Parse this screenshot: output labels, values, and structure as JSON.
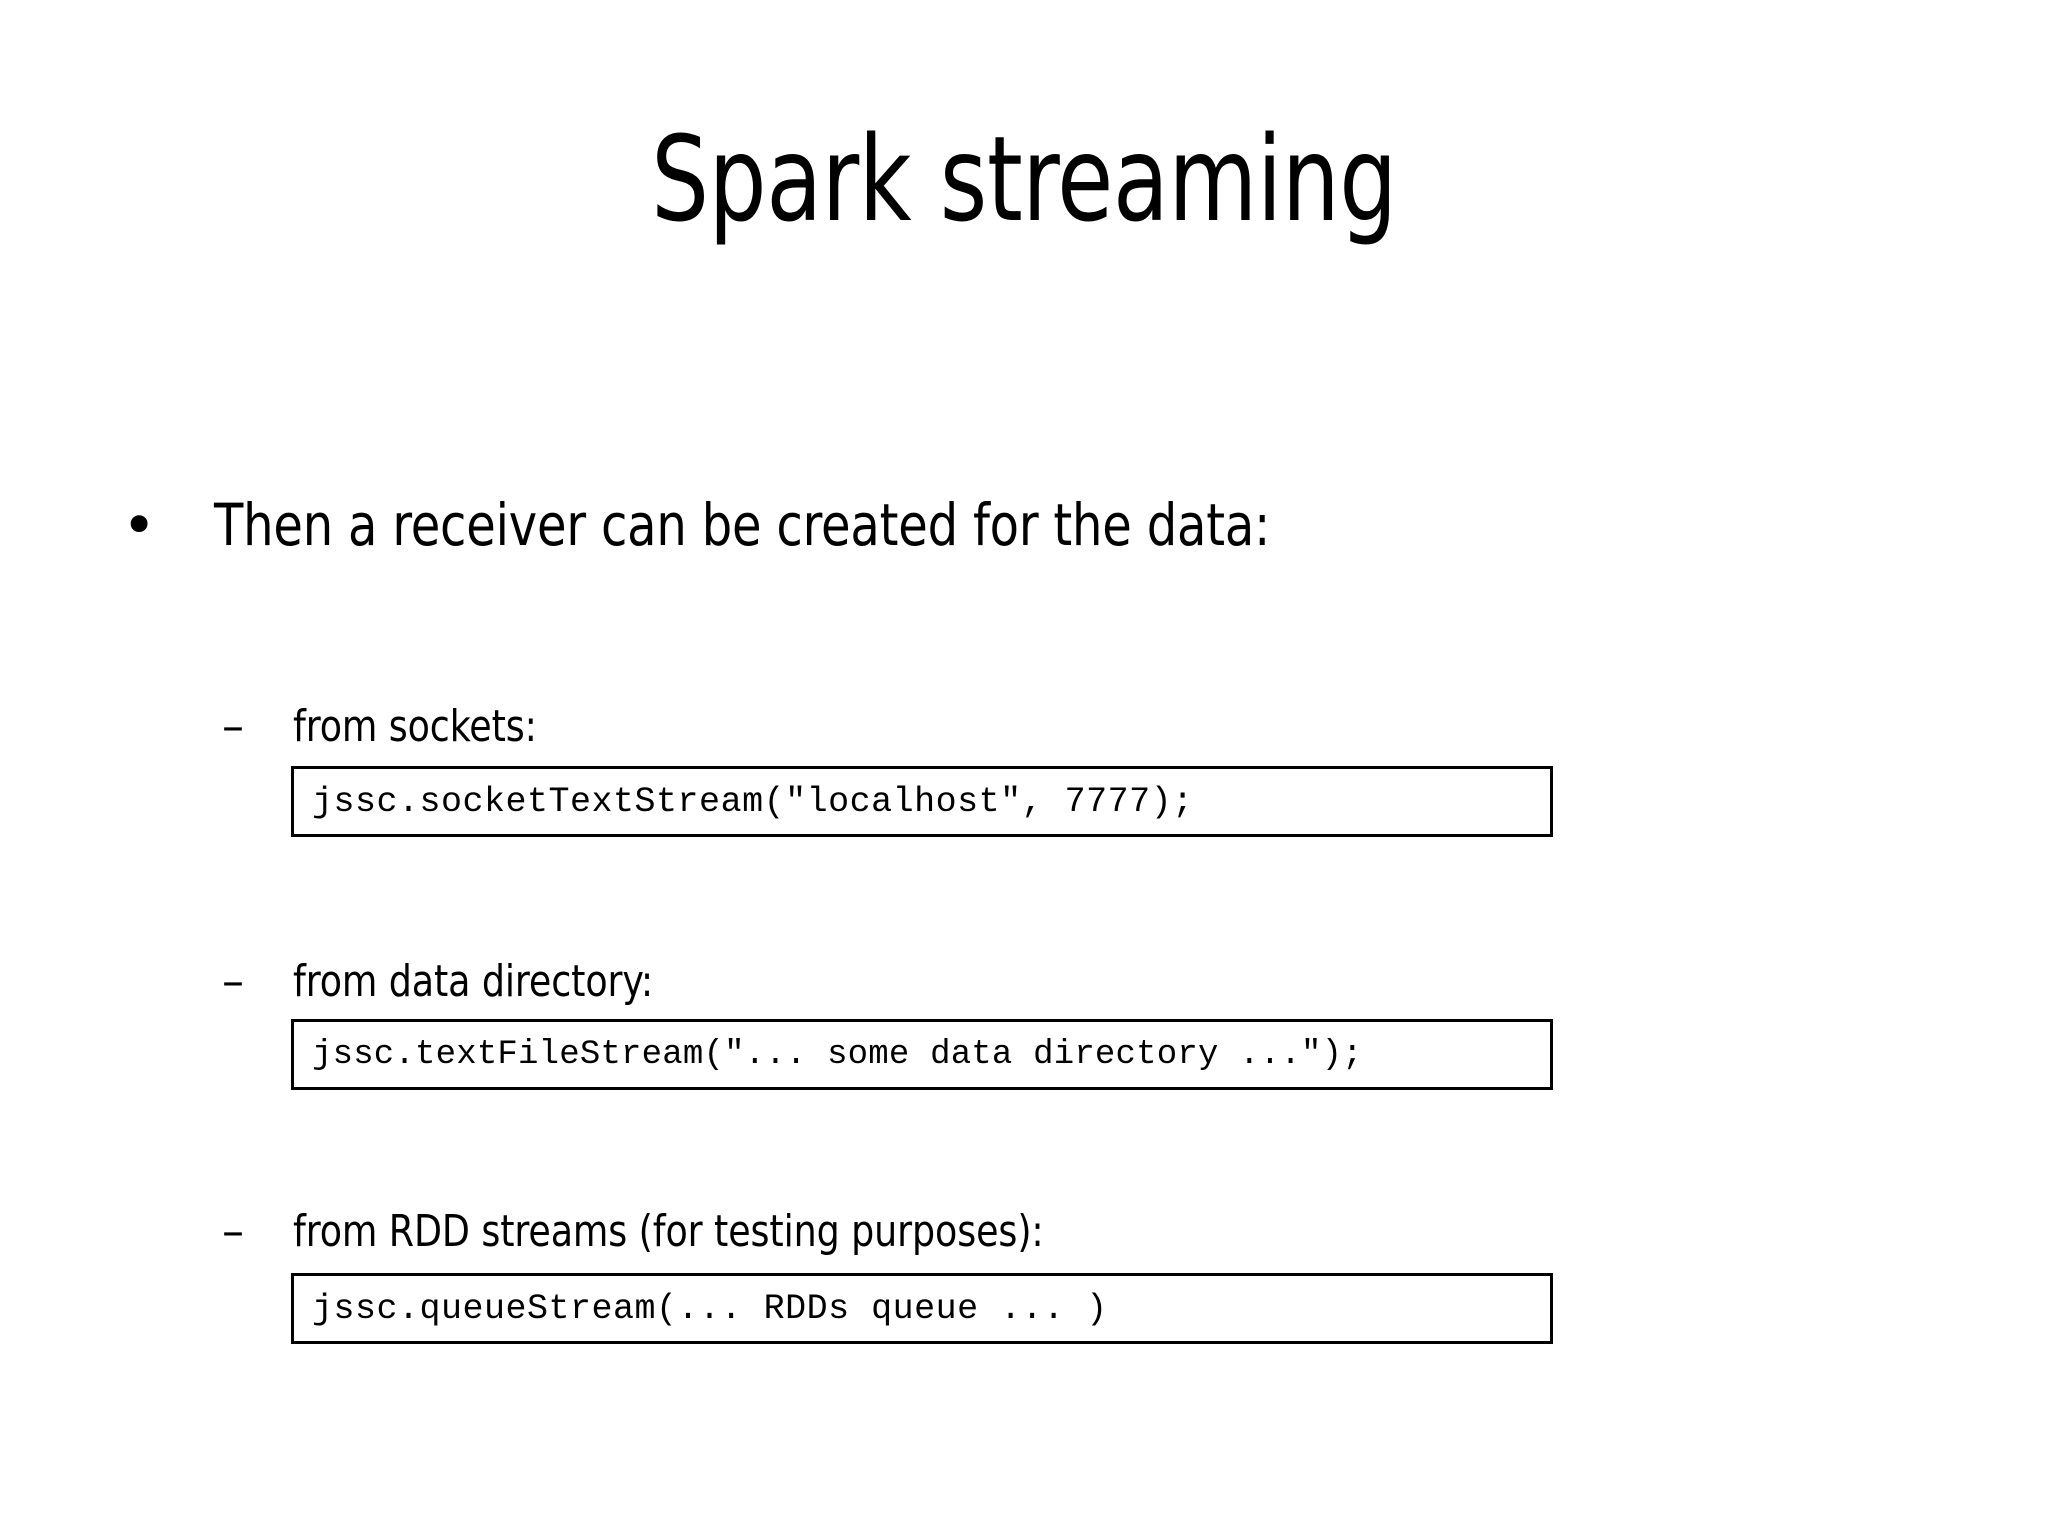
{
  "slide": {
    "title": "Spark streaming",
    "background_color": "#ffffff",
    "text_color": "#000000",
    "bullets": [
      {
        "level": 1,
        "marker": "•",
        "text": "Then a receiver can be created for the data:"
      }
    ],
    "sub_bullets": [
      {
        "level": 2,
        "marker": "–",
        "text": "from sockets:",
        "code": "jssc.socketTextStream(\"localhost\", 7777);"
      },
      {
        "level": 2,
        "marker": "–",
        "text": "from data directory:",
        "code": "jssc.textFileStream(\"... some data directory ...\");"
      },
      {
        "level": 2,
        "marker": "–",
        "text": "from RDD streams (for testing purposes):",
        "code": "jssc.queueStream(... RDDs queue ... )"
      }
    ]
  }
}
